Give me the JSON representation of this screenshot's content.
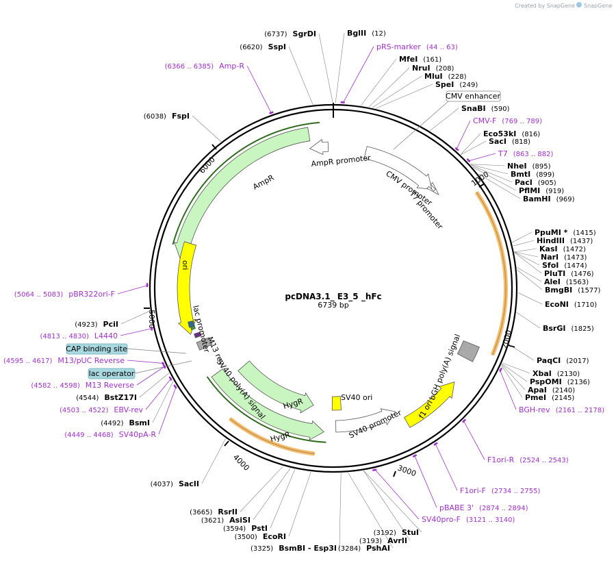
{
  "title": "pcDNA3.1_ E3_5 _hFc",
  "length_label": "6739 bp",
  "credit": "Created by SnapGene",
  "colors": {
    "primer": "#a030c8",
    "ampr": "#c8f5c0",
    "ori": "#ffff00",
    "promoter": "#ffffff",
    "polyA": "#a9a9a9",
    "misc": "#f0c070",
    "boxed": "#a8d8e0"
  },
  "tick_labels": [
    "1000",
    "2000",
    "3000",
    "4000",
    "5000",
    "6000"
  ],
  "enzymes": [
    {
      "name": "BglII",
      "pos": "(12)",
      "bp": 12
    },
    {
      "name": "MfeI",
      "pos": "(161)",
      "bp": 161
    },
    {
      "name": "NruI",
      "pos": "(208)",
      "bp": 208
    },
    {
      "name": "MluI",
      "pos": "(228)",
      "bp": 228
    },
    {
      "name": "SpeI",
      "pos": "(249)",
      "bp": 249
    },
    {
      "name": "SnaBI",
      "pos": "(590)",
      "bp": 590
    },
    {
      "name": "Eco53kI",
      "pos": "(816)",
      "bp": 816
    },
    {
      "name": "SacI",
      "pos": "(818)",
      "bp": 818
    },
    {
      "name": "NheI",
      "pos": "(895)",
      "bp": 895
    },
    {
      "name": "BmtI",
      "pos": "(899)",
      "bp": 899
    },
    {
      "name": "PacI",
      "pos": "(905)",
      "bp": 905
    },
    {
      "name": "PflMI",
      "pos": "(919)",
      "bp": 919
    },
    {
      "name": "BamHI",
      "pos": "(969)",
      "bp": 969
    },
    {
      "name": "PpuMI *",
      "pos": "(1415)",
      "bp": 1415
    },
    {
      "name": "HindIII",
      "pos": "(1437)",
      "bp": 1437
    },
    {
      "name": "KasI",
      "pos": "(1472)",
      "bp": 1472
    },
    {
      "name": "NarI",
      "pos": "(1473)",
      "bp": 1473
    },
    {
      "name": "SfoI",
      "pos": "(1474)",
      "bp": 1474
    },
    {
      "name": "PluTI",
      "pos": "(1476)",
      "bp": 1476
    },
    {
      "name": "AleI",
      "pos": "(1563)",
      "bp": 1563
    },
    {
      "name": "BmgBI",
      "pos": "(1577)",
      "bp": 1577
    },
    {
      "name": "EcoNI",
      "pos": "(1710)",
      "bp": 1710
    },
    {
      "name": "BsrGI",
      "pos": "(1825)",
      "bp": 1825
    },
    {
      "name": "PaqCI",
      "pos": "(2017)",
      "bp": 2017
    },
    {
      "name": "XbaI",
      "pos": "(2130)",
      "bp": 2130
    },
    {
      "name": "PspOMI",
      "pos": "(2136)",
      "bp": 2136
    },
    {
      "name": "ApaI",
      "pos": "(2140)",
      "bp": 2140
    },
    {
      "name": "PmeI",
      "pos": "(2145)",
      "bp": 2145
    },
    {
      "name": "StuI",
      "pos": "(3192)",
      "bp": 3192
    },
    {
      "name": "AvrII",
      "pos": "(3193)",
      "bp": 3193
    },
    {
      "name": "PshAI",
      "pos": "(3284)",
      "bp": 3284
    },
    {
      "name": "BsmBI - Esp3I",
      "pos": "(3325)",
      "bp": 3325
    },
    {
      "name": "EcoRI",
      "pos": "(3500)",
      "bp": 3500
    },
    {
      "name": "PstI",
      "pos": "(3594)",
      "bp": 3594
    },
    {
      "name": "AsiSI",
      "pos": "(3621)",
      "bp": 3621
    },
    {
      "name": "RsrII",
      "pos": "(3665)",
      "bp": 3665
    },
    {
      "name": "SacII",
      "pos": "(4037)",
      "bp": 4037
    },
    {
      "name": "BsmI",
      "pos": "(4492)",
      "bp": 4492
    },
    {
      "name": "BstZ17I",
      "pos": "(4544)",
      "bp": 4544
    },
    {
      "name": "PciI",
      "pos": "(4923)",
      "bp": 4923
    },
    {
      "name": "FspI",
      "pos": "(6038)",
      "bp": 6038
    },
    {
      "name": "SspI",
      "pos": "(6620)",
      "bp": 6620
    },
    {
      "name": "SgrDI",
      "pos": "(6737)",
      "bp": 6737
    }
  ],
  "primers": [
    {
      "name": "pRS-marker",
      "pos": "(44 .. 63)",
      "bp": 54
    },
    {
      "name": "CMV-F",
      "pos": "(769 .. 789)",
      "bp": 779
    },
    {
      "name": "T7",
      "pos": "(863 .. 882)",
      "bp": 872
    },
    {
      "name": "BGH-rev",
      "pos": "(2161 .. 2178)",
      "bp": 2170
    },
    {
      "name": "F1ori-R",
      "pos": "(2524 .. 2543)",
      "bp": 2534
    },
    {
      "name": "F1ori-F",
      "pos": "(2734 .. 2755)",
      "bp": 2745
    },
    {
      "name": "pBABE 3'",
      "pos": "(2874 .. 2894)",
      "bp": 2884
    },
    {
      "name": "SV40pro-F",
      "pos": "(3121 .. 3140)",
      "bp": 3130
    },
    {
      "name": "SV40pA-R",
      "pos": "(4449 .. 4468)",
      "bp": 4458
    },
    {
      "name": "EBV-rev",
      "pos": "(4503 .. 4522)",
      "bp": 4512
    },
    {
      "name": "M13 Reverse",
      "pos": "(4582 .. 4598)",
      "bp": 4590
    },
    {
      "name": "M13/pUC Reverse",
      "pos": "(4595 .. 4617)",
      "bp": 4606
    },
    {
      "name": "L4440",
      "pos": "(4813 .. 4830)",
      "bp": 4821
    },
    {
      "name": "pBR322ori-F",
      "pos": "(5064 .. 5083)",
      "bp": 5073
    },
    {
      "name": "Amp-R",
      "pos": "(6366 .. 6385)",
      "bp": 6375
    }
  ],
  "boxed_features": [
    {
      "name": "CMV enhancer"
    },
    {
      "name": "CAP binding site"
    },
    {
      "name": "lac operator"
    }
  ],
  "features": {
    "cmv_promoter": "CMV promoter",
    "t7_promoter": "T7 promoter",
    "ampr_promoter": "AmpR promoter",
    "ampr": "AmpR",
    "ori": "ori",
    "lac_promoter": "lac promoter",
    "m13_rev": "M13 rev",
    "sv40_polyA": "SV40 poly(A) signal",
    "hygr_inner": "HygR",
    "hygr_outer": "HygR",
    "sv40_ori": "SV40 ori",
    "sv40_promoter": "SV40 promoter",
    "f1_ori": "f1 ori",
    "bgh_polyA": "bGH poly(A) signal"
  }
}
